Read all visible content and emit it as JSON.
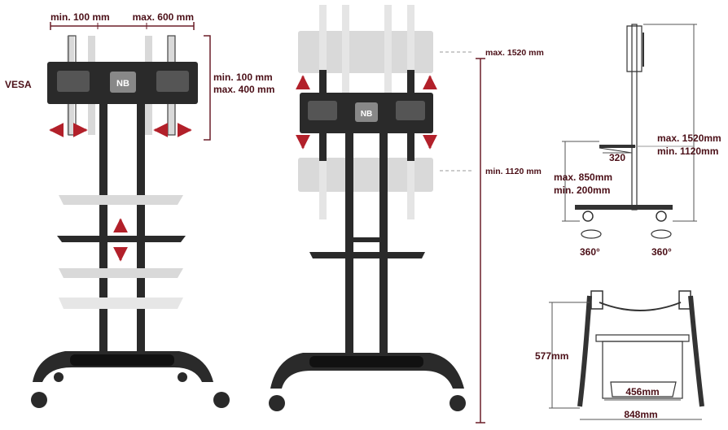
{
  "left_panel": {
    "vesa_label": "VESA",
    "vesa_horizontal_min": "min. 100 mm",
    "vesa_horizontal_max": "max. 600 mm",
    "vesa_vertical_min": "min.  100 mm",
    "vesa_vertical_max": "max. 400 mm"
  },
  "middle_panel": {
    "height_max": "max. 1520 mm",
    "height_min": "min.  1120 mm"
  },
  "side_view": {
    "shelf_depth": "320",
    "height_max": "max. 1520mm",
    "height_min": "min.  1120mm",
    "shelf_max": "max. 850mm",
    "shelf_min": "min. 200mm",
    "rotation_left": "360°",
    "rotation_right": "360°"
  },
  "base_view": {
    "height": "577mm",
    "inner_width": "456mm",
    "outer_width": "848mm"
  },
  "colors": {
    "label": "#4b0f17",
    "metal": "#2a2a2a",
    "ghost": "#d9d9d9",
    "arrow": "#b2202a",
    "dimension_line": "#6b1e28"
  }
}
